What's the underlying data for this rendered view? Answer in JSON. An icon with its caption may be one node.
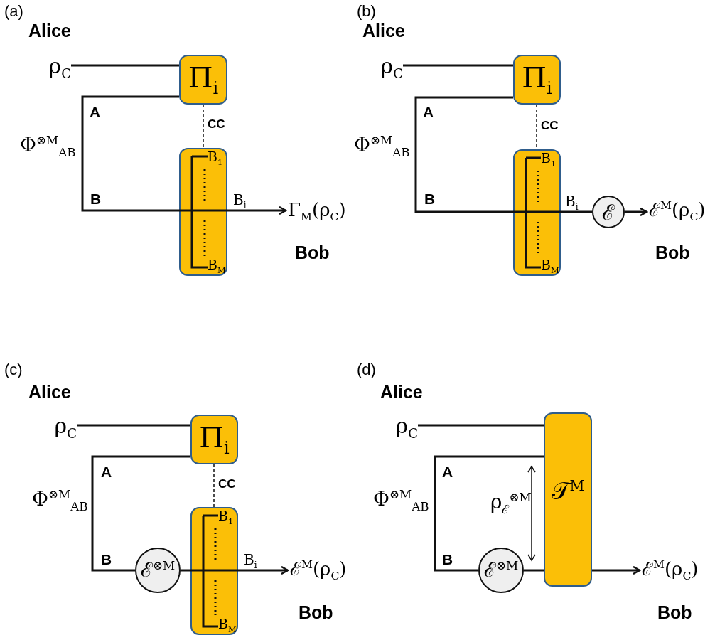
{
  "diagram": {
    "nodes": [
      {
        "text": [
          "ρ$_{C}$"
        ]
      },
      {
        "text": [
          "Π$_{i}$"
        ]
      },
      {
        "text": [
          "B$_{1}$",
          "B$_{M}$"
        ]
      },
      {
        "text": [
          "Γ$_{M}$(ρ$_{C}$)"
        ]
      },
      {
        "text": [
          "ρ$_{C}$"
        ]
      },
      {
        "text": [
          "Π$_{i}$"
        ]
      },
      {
        "text": [
          "B$_{1}$",
          "B$_{M}$"
        ]
      },
      {
        "text": [
          "ℰ"
        ]
      },
      {
        "text": [
          "ℰ$^{M}$(ρ$_{C}$)"
        ]
      },
      {
        "text": [
          "ρ$_{C}$"
        ]
      },
      {
        "text": [
          "Π$_{i}$"
        ]
      },
      {
        "text": [
          "ℰ$^{⊗M}$"
        ]
      },
      {
        "text": [
          "B$_{1}$",
          "B$_{M}$"
        ]
      },
      {
        "text": [
          "ℰ$^{M}$(ρ$_{C}$)"
        ]
      },
      {
        "text": [
          "ρ$_{C}$"
        ]
      },
      {
        "text": [
          "𝒯$^{M}$"
        ]
      },
      {
        "text": [
          "ℰ$^{⊗M}$"
        ]
      },
      {
        "text": [
          "ℰ$^{M}$(ρ$_{C}$)"
        ]
      }
    ],
    "edges": [
      {
        "from": 0,
        "to": 1,
        "arrow": "none"
      },
      {
        "from": 1,
        "to": 2,
        "arrow": "none",
        "style": "dashed",
        "label": "CC"
      },
      {
        "from": 1,
        "to": 2,
        "arrow": "none"
      },
      {
        "from": 2,
        "to": 3,
        "arrow": "to",
        "label": "B$_{i}$"
      },
      {
        "from": 4,
        "to": 5,
        "arrow": "none"
      },
      {
        "from": 5,
        "to": 6,
        "arrow": "none",
        "style": "dashed",
        "label": "CC"
      },
      {
        "from": 5,
        "to": 6,
        "arrow": "none"
      },
      {
        "from": 6,
        "to": 7,
        "arrow": "none",
        "label": "B$_{i}$"
      },
      {
        "from": 7,
        "to": 8,
        "arrow": "to"
      },
      {
        "from": 9,
        "to": 10,
        "arrow": "none"
      },
      {
        "from": 10,
        "to": 12,
        "arrow": "none",
        "style": "dashed",
        "label": "CC"
      },
      {
        "from": 10,
        "to": 11,
        "arrow": "none"
      },
      {
        "from": 11,
        "to": 12,
        "arrow": "none"
      },
      {
        "from": 12,
        "to": 13,
        "arrow": "to",
        "label": "B$_{i}$"
      },
      {
        "from": 14,
        "to": 15,
        "arrow": "none"
      },
      {
        "from": 15,
        "to": 16,
        "arrow": "none"
      },
      {
        "from": 16,
        "to": 15,
        "arrow": "none"
      },
      {
        "from": 15,
        "to": 17,
        "arrow": "to"
      }
    ],
    "labels": [
      "(a)",
      "Alice",
      "A",
      "Φ$^{⊗M}$$_{AB}$",
      "B",
      "Bob",
      "(b)",
      "Alice",
      "A",
      "Φ$^{⊗M}$$_{AB}$",
      "B",
      "Bob",
      "(c)",
      "Alice",
      "A",
      "Φ$^{⊗M}$$_{AB}$",
      "B",
      "Bob",
      "(d)",
      "Alice",
      "A",
      "Φ$^{⊗M}$$_{AB}$",
      "ρ$_{ℰ}$$^{⊗M}$",
      "B",
      "Bob"
    ]
  }
}
